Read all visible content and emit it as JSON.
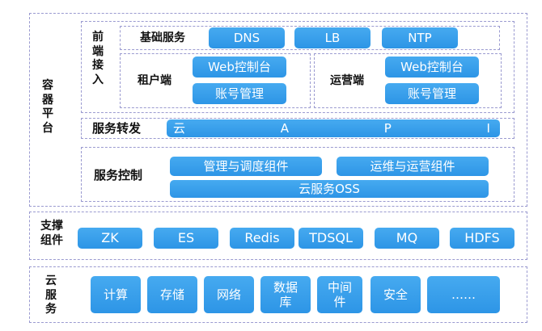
{
  "container_platform": {
    "label": "容器平台",
    "front_access": {
      "label": "前端接入",
      "basic_services": {
        "label": "基础服务",
        "items": [
          "DNS",
          "LB",
          "NTP"
        ]
      },
      "tenant_side": {
        "label": "租户端",
        "items": [
          "Web控制台",
          "账号管理"
        ]
      },
      "ops_side": {
        "label": "运营端",
        "items": [
          "Web控制台",
          "账号管理"
        ]
      }
    },
    "service_forwarding": {
      "label": "服务转发",
      "api_letters": [
        "云",
        "A",
        "P",
        "I"
      ]
    },
    "service_control": {
      "label": "服务控制",
      "items": [
        "管理与调度组件",
        "运维与运营组件"
      ],
      "oss": "云服务OSS"
    }
  },
  "support_components": {
    "label": "支撑组件",
    "items": [
      "ZK",
      "ES",
      "Redis",
      "TDSQL",
      "MQ",
      "HDFS"
    ]
  },
  "cloud_services": {
    "label": "云服务",
    "items": [
      "计算",
      "存储",
      "网络",
      "数据库",
      "中间件",
      "安全",
      "……"
    ]
  }
}
